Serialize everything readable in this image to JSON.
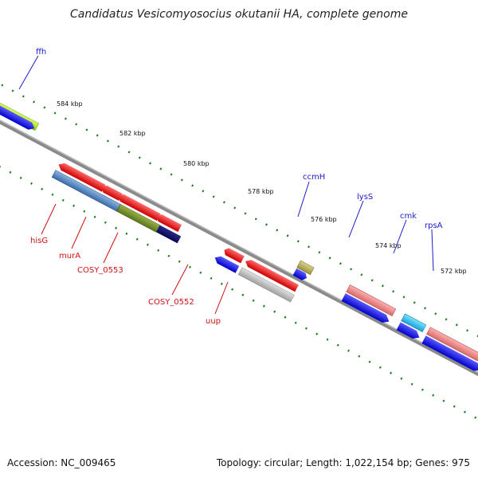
{
  "title": "Candidatus Vesicomyosocius okutanii HA, complete genome",
  "footer": {
    "accession": "Accession: NC_009465",
    "topology": "Topology: circular; Length: 1,022,154 bp; Genes: 975"
  },
  "kbp_marks": [
    "584 kbp",
    "582 kbp",
    "580 kbp",
    "578 kbp",
    "576 kbp",
    "574 kbp",
    "572 kbp"
  ],
  "gene_labels": {
    "ffh": "ffh",
    "ccmH": "ccmH",
    "lysS": "lysS",
    "cmk": "cmk",
    "rpsA": "rpsA",
    "hisG": "hisG",
    "murA": "murA",
    "cosy0553": "COSY_0553",
    "cosy0552": "COSY_0552",
    "uup": "uup"
  },
  "colors": {
    "forward_label": "#1a1acc",
    "reverse_label": "#cc1111",
    "backbone": "#8a8a8a",
    "tick": "#1f7a1f"
  }
}
